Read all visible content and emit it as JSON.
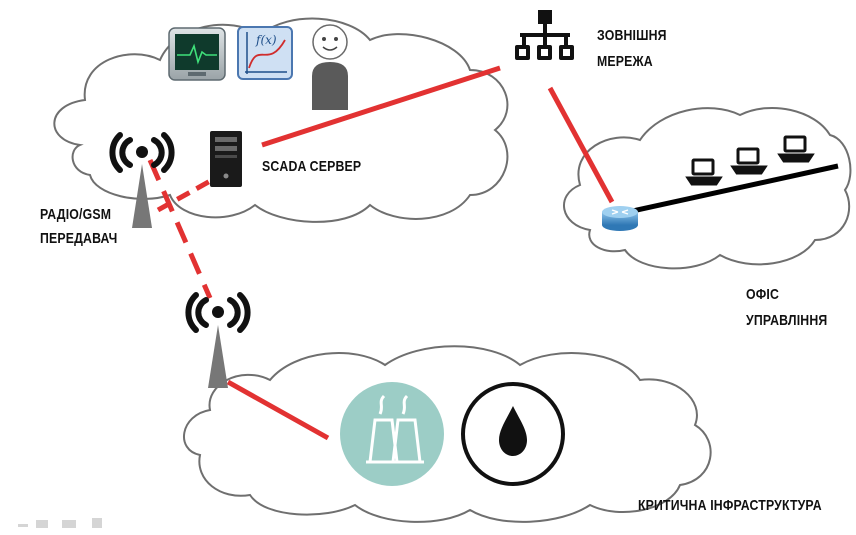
{
  "labels": {
    "external_network": [
      "ЗОВНІШНЯ",
      "МЕРЕЖА"
    ],
    "scada_server": "SCADA СЕРВЕР",
    "radio_transmitter": [
      "РАДІО/GSM",
      "ПЕРЕДАВАЧ"
    ],
    "management_office": [
      "ОФІС",
      "УПРАВЛІННЯ"
    ],
    "critical_infrastructure": "КРИТИЧНА ІНФРАСТРУКТУРА"
  },
  "icons": {
    "monitor": "heart-monitor-icon",
    "function_chart": "function-graph-icon",
    "operator": "operator-person-icon",
    "network": "network-hierarchy-icon",
    "server": "server-tower-icon",
    "antenna": "radio-tower-icon",
    "router": "router-icon",
    "laptop": "laptop-icon",
    "power_plant": "power-plant-icon",
    "oil": "oil-drop-icon"
  },
  "colors": {
    "link": "#e23232",
    "cloud_stroke": "#6f6f6f",
    "plant_fill": "#9ccdc6",
    "router_fill": "#4a90c8",
    "text": "#111111"
  }
}
